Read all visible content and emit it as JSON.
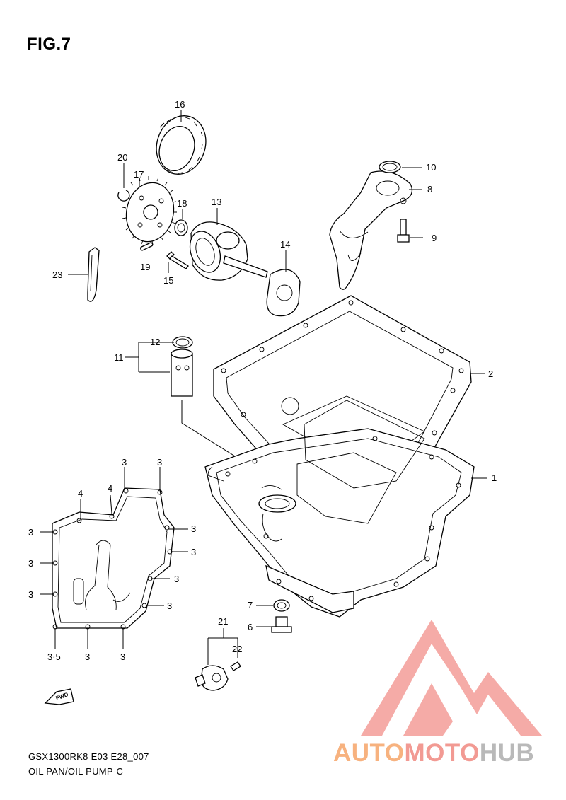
{
  "figure": {
    "title": "FIG.7",
    "model_code": "GSX1300RK8 E03 E28_007",
    "section_name": "OIL PAN/OIL PUMP-C"
  },
  "callouts": {
    "c1": "1",
    "c2": "2",
    "c3": "3",
    "c35": "3·5",
    "c4": "4",
    "c6": "6",
    "c7": "7",
    "c8": "8",
    "c9": "9",
    "c10": "10",
    "c11": "11",
    "c12": "12",
    "c13": "13",
    "c14": "14",
    "c15": "15",
    "c16": "16",
    "c17": "17",
    "c18": "18",
    "c19": "19",
    "c20": "20",
    "c21": "21",
    "c22": "22",
    "c23": "23"
  },
  "fwd_label": "FWD",
  "watermark": {
    "part1": "AUTO",
    "part2": "MOTO",
    "part3": "HUB",
    "colors": {
      "auto": "#f7b27f",
      "moto": "#f29a93",
      "hub": "#b9b9b9",
      "triangle": "#f28f8a"
    }
  }
}
